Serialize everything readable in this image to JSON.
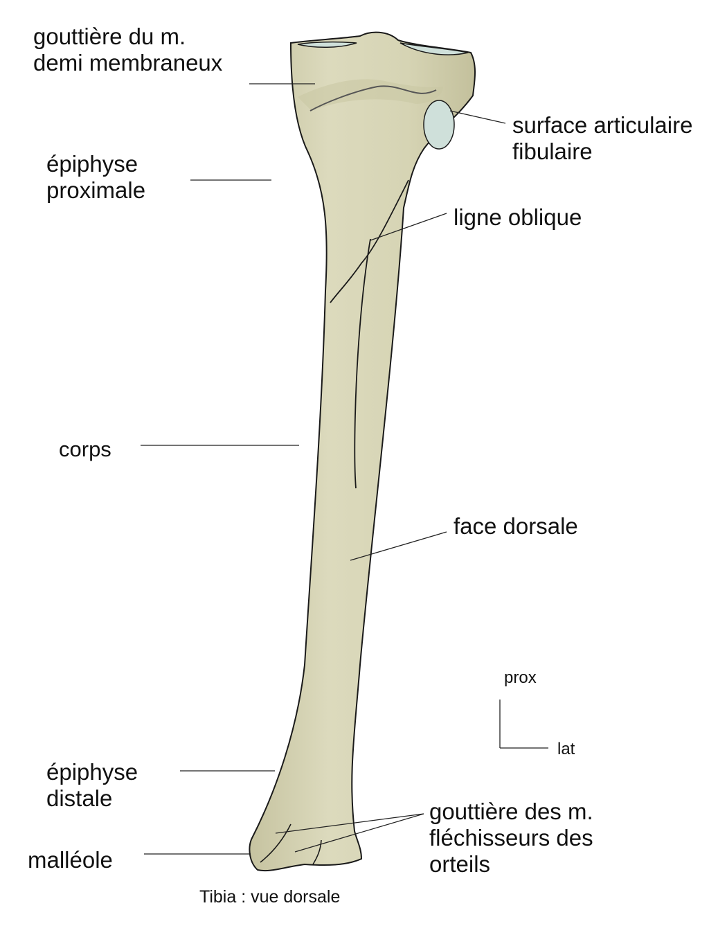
{
  "labels": {
    "gouttiere_demi_membraneux": [
      "gouttière du m.",
      "demi membraneux"
    ],
    "surface_articulaire_fibulaire": [
      "surface articulaire",
      "fibulaire"
    ],
    "epiphyse_proximale": [
      "épiphyse",
      "proximale"
    ],
    "ligne_oblique": "ligne oblique",
    "corps": "corps",
    "face_dorsale": "face dorsale",
    "epiphyse_distale": [
      "épiphyse",
      "distale"
    ],
    "gouttiere_flechisseurs": [
      "gouttière des m.",
      "fléchisseurs des",
      "orteils"
    ],
    "malleole": "malléole"
  },
  "orientation": {
    "up": "prox",
    "right": "lat"
  },
  "caption": "Tibia : vue dorsale",
  "colors": {
    "bone_fill": "#d9d7b8",
    "bone_shadow": "#c9c6a2",
    "bone_highlight": "#e6e4cc",
    "cartilage": "#cfe0da",
    "outline": "#1a1a1a",
    "leader": "#222222"
  }
}
